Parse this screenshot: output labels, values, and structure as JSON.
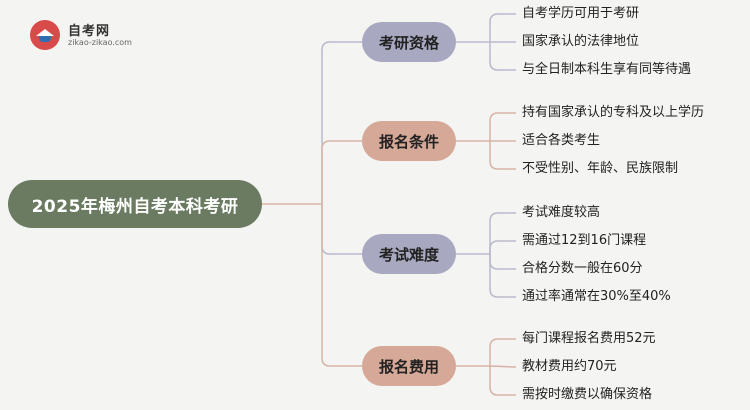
{
  "logo": {
    "name": "自考网",
    "url": "zikao-zikao.com"
  },
  "root": {
    "label": "2025年梅州自考本科考研"
  },
  "colors": {
    "root": "#6b7b61",
    "branch_gray": "#a8a9c0",
    "branch_tan": "#d5a898",
    "connector": "#d7b3a6",
    "connector_gray": "#b9b9cc"
  },
  "branches": [
    {
      "label": "考研资格",
      "style": "gray",
      "items": [
        "自考学历可用于考研",
        "国家承认的法律地位",
        "与全日制本科生享有同等待遇"
      ]
    },
    {
      "label": "报名条件",
      "style": "tan",
      "items": [
        "持有国家承认的专科及以上学历",
        "适合各类考生",
        "不受性别、年龄、民族限制"
      ]
    },
    {
      "label": "考试难度",
      "style": "gray",
      "items": [
        "考试难度较高",
        "需通过12到16门课程",
        "合格分数一般在60分",
        "通过率通常在30%至40%"
      ]
    },
    {
      "label": "报名费用",
      "style": "tan",
      "items": [
        "每门课程报名费用52元",
        "教材费用约70元",
        "需按时缴费以确保资格"
      ]
    }
  ]
}
